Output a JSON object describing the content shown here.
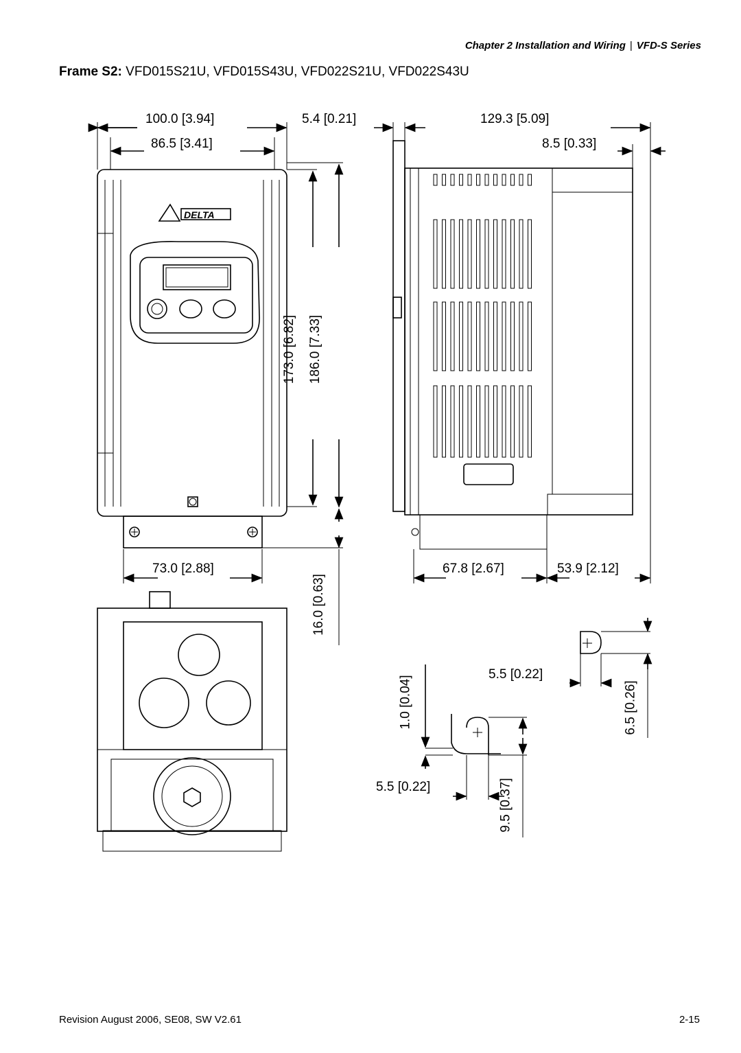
{
  "header": {
    "chapter": "Chapter 2 Installation and Wiring",
    "series": "VFD-S Series"
  },
  "title": {
    "frame": "Frame S2:",
    "models": "VFD015S21U, VFD015S43U, VFD022S21U, VFD022S43U"
  },
  "dims": {
    "w100": "100.0 [3.94]",
    "w86": "86.5 [3.41]",
    "d54": "5.4 [0.21]",
    "d129": "129.3 [5.09]",
    "d85": "8.5 [0.33]",
    "h173": "173.0 [6.82]",
    "h186": "186.0 [7.33]",
    "w73": "73.0 [2.88]",
    "h16": "16.0 [0.63]",
    "d678": "67.8 [2.67]",
    "d539": "53.9 [2.12]",
    "m55a": "5.5 [0.22]",
    "m65": "6.5 [0.26]",
    "m10": "1.0 [0.04]",
    "m55b": "5.5 [0.22]",
    "m95": "9.5 [0.37]"
  },
  "logo_text": "DELTA",
  "footer": {
    "revision": "Revision August 2006, SE08, SW V2.61",
    "page": "2-15"
  }
}
